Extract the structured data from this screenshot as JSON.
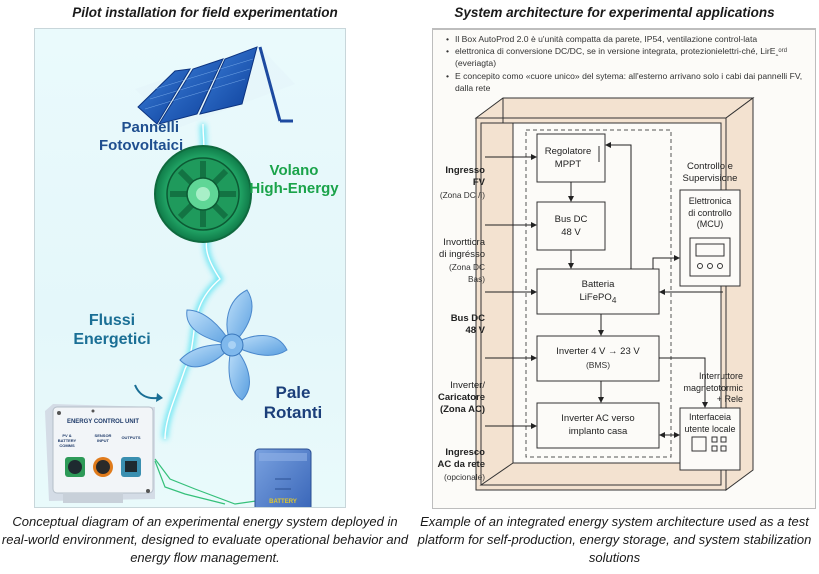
{
  "left": {
    "title": "Pilot installation for field experimentation",
    "labels": {
      "solar_line1": "Pannelli",
      "solar_line2": "Fotovoltaici",
      "flywheel_line1": "Volano",
      "flywheel_line2": "High-Energy",
      "flow_line1": "Flussi",
      "flow_line2": "Energetici",
      "blades_line1": "Pale",
      "blades_line2": "Rotanti"
    },
    "control_unit": {
      "title": "ENERGY CONTROL UNIT",
      "ports": [
        "PV & BATTERY COMMS",
        "SENSOR INPUT",
        "OUTPUTS"
      ]
    },
    "battery_label": "BATTERY",
    "caption": "Conceptual diagram of an experimental energy system deployed in real-world environment, designed to evaluate operational behavior and energy flow management."
  },
  "right": {
    "title": "System architecture for experimental applications",
    "bullets": [
      "Il Box AutoProd 2.0 è u'unità compatta da parete, IP54, ventilazione control-lata",
      "elettronica di conversione DC/DC, se in versione integrata, protezionielettri-ché, LirE‸ᵒʳᵈ (everiagta)",
      "E concepito como «cuore unico» del sytema: all'esterno arrivano solo i cabi dai pannelli FV, dalla rete"
    ],
    "side_inputs": [
      {
        "line1": "Ingresso",
        "line2": "FV",
        "note": "(Zona DC /i)"
      },
      {
        "line1": "Invortticra",
        "line2": "di ingrésso",
        "note": "(Zona DC Bas)"
      },
      {
        "line1": "Bus DC",
        "line2": "48 V",
        "note": ""
      },
      {
        "line1": "Inverter/",
        "line2": "Caricatore",
        "note": "(Zona AC)"
      },
      {
        "line1": "Ingresco",
        "line2": "AC da rete",
        "note": "(opcionale)"
      }
    ],
    "blocks": {
      "mppt": {
        "line1": "Regolatore",
        "line2": "MPPT"
      },
      "bus": {
        "line1": "Bus DC",
        "line2": "48 V"
      },
      "battery": {
        "line1": "Batteria",
        "line2": "LiFePO",
        "sub": "4"
      },
      "inverter": {
        "line1": "Inverter 4 V → 23 V",
        "line2": "(BMS)"
      },
      "ac_inverter": {
        "line1": "Inverter AC verso",
        "line2": "implanto casa"
      }
    },
    "control": {
      "heading_line1": "Controllo e",
      "heading_line2": "Supervisione",
      "mcu_line1": "Elettronica",
      "mcu_line2": "di controllo",
      "mcu_line3": "(MCU)",
      "breaker_line1": "Interruttore",
      "breaker_line2": "magnetotormic",
      "breaker_line3": "+ Rele",
      "ui_line1": "Interfaceia",
      "ui_line2": "utente locale"
    },
    "caption": "Example of an integrated energy system architecture used as a test platform for self-production, energy storage, and system stabilization solutions"
  }
}
